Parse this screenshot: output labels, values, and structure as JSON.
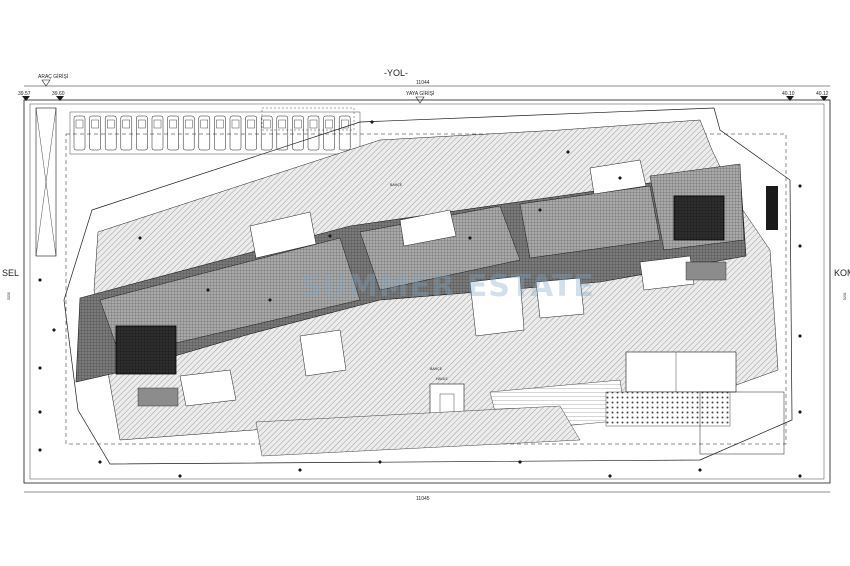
{
  "plan": {
    "road_label": "-YOL-",
    "top_dimension": "11044",
    "bottom_dimension": "11045",
    "vehicle_entrance": "ARAÇ GİRİŞİ",
    "pedestrian_entrance": "YAYA GİRİŞİ",
    "elevation_left_1": "39.57",
    "elevation_left_2": "39.60",
    "elevation_right_1": "40.10",
    "elevation_right_2": "40.12",
    "side_left": "SEL",
    "side_right": "KOM",
    "side_left_dimension": "5230",
    "side_right_dimension": "5231",
    "watermark": "SUMMER ESTATE",
    "garden_label_1": "BAHÇE",
    "garden_label_2": "BAHÇE",
    "pool_label": "HAVUZ"
  },
  "colors": {
    "line": "#1a1a1a",
    "hatch_light": "#d9d9d9",
    "roof_dark": "#6e6e6e",
    "roof_mid": "#9a9a9a",
    "roof_black": "#2b2b2b",
    "grey_patch": "#8c8c8c"
  }
}
